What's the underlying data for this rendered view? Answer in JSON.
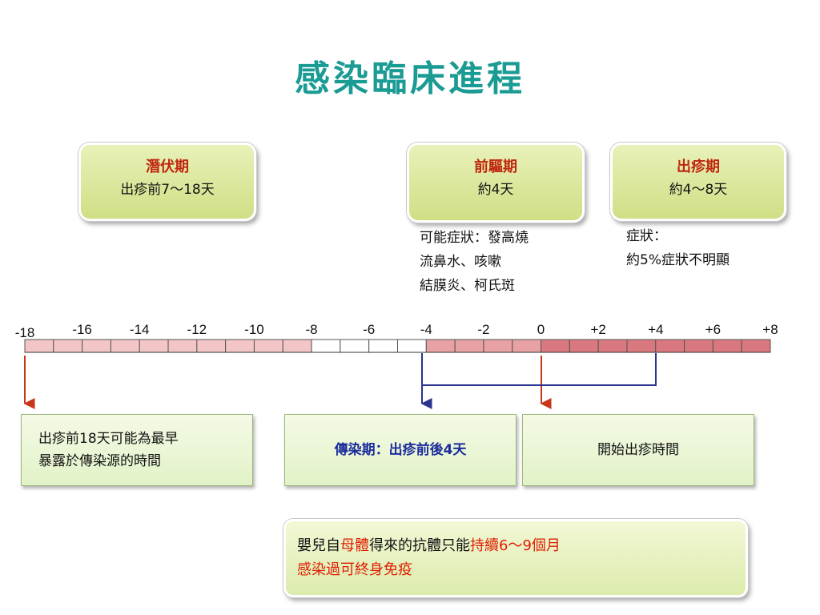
{
  "title": "感染臨床進程",
  "phases": {
    "incubation": {
      "name": "潛伏期",
      "detail": "出疹前7～18天"
    },
    "prodrome": {
      "name": "前驅期",
      "detail": "約4天"
    },
    "rash": {
      "name": "出疹期",
      "detail": "約4～8天"
    }
  },
  "prodrome_symptoms": [
    "可能症狀：發高燒",
    "流鼻水、咳嗽",
    "結膜炎、柯氏斑"
  ],
  "rash_symptoms": [
    "症狀：",
    "約5%症狀不明顯"
  ],
  "timeline": {
    "ticks": [
      "-18",
      "-16",
      "-14",
      "-12",
      "-10",
      "-8",
      "-6",
      "-4",
      "-2",
      "0",
      "+2",
      "+4",
      "+6",
      "+8"
    ],
    "min": -18,
    "max": 8,
    "early_segment_color": "#f2c6c6",
    "late_segment_color": "#d9787e"
  },
  "boxes": {
    "exposure": [
      "出疹前18天可能為最早",
      "暴露於傳染源的時間"
    ],
    "contagious": "傳染期：出疹前後4天",
    "rash_onset": "開始出疹時間"
  },
  "immunity": {
    "line1_pre": "嬰兒自",
    "line1_red1": "母體",
    "line1_mid": "得來的抗體只能",
    "line1_red2": "持續6～9個月",
    "line2": "感染過可終身免疫"
  },
  "colors": {
    "title": "#1a9b94",
    "phase_name": "#c0260e",
    "contagious_text": "#1c2d9c",
    "arrow_red": "#c8361a",
    "bracket_blue": "#2a3590"
  }
}
